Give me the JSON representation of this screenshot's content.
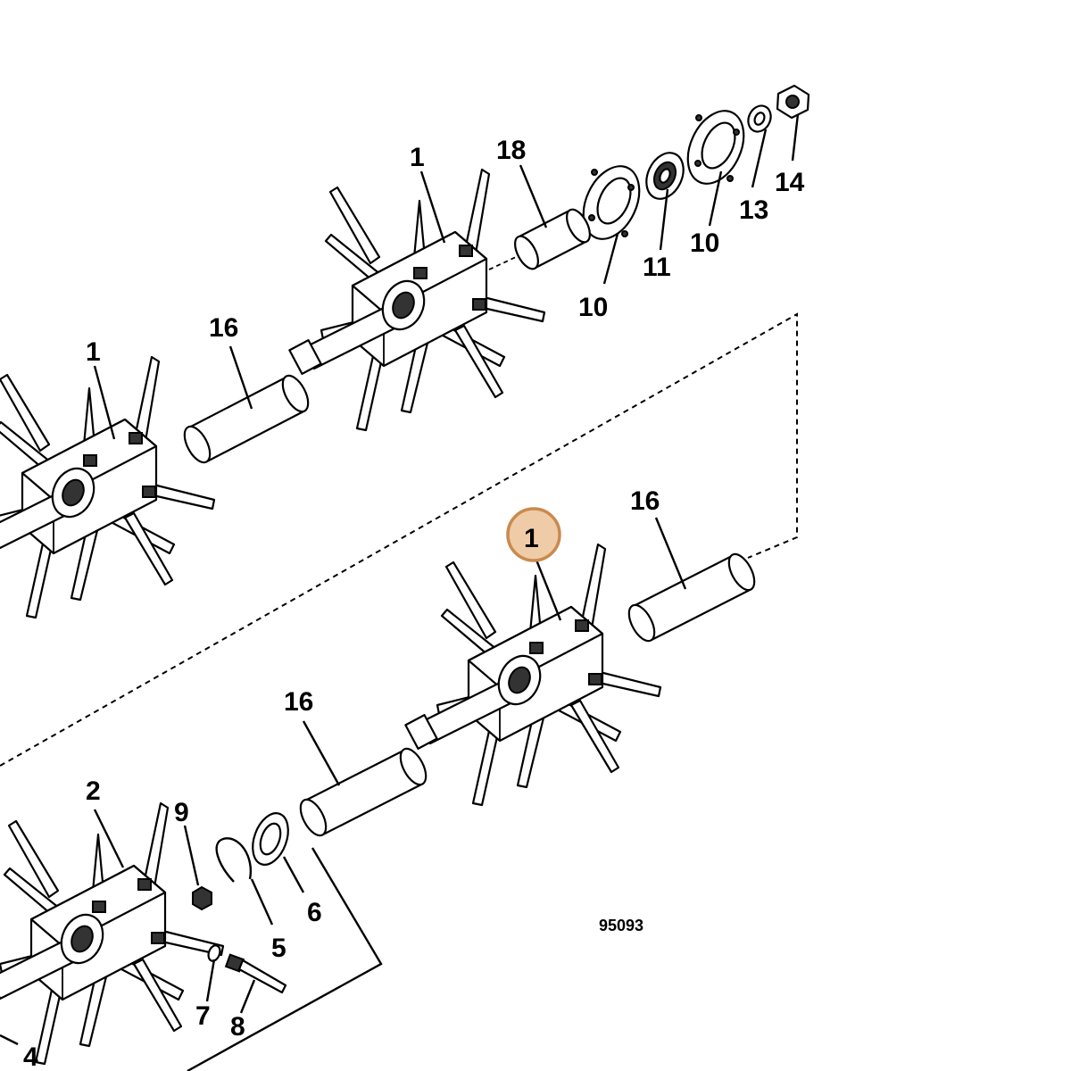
{
  "figure_number": "95093",
  "highlight_color": "#c98a4e",
  "highlight_fill": "#f0cba8",
  "callouts": {
    "upper_hub": "1",
    "shaft_top": "18",
    "flange_a": "10",
    "bearing": "11",
    "flange_b": "10",
    "washer_small": "13",
    "nut_top": "14",
    "left_hub": "1",
    "spacer_left": "16",
    "spacer_right": "16",
    "selected_hub": "1",
    "spacer_lower": "16",
    "end_hub": "2",
    "nut_9": "9",
    "snap_ring": "5",
    "washer_6": "6",
    "lockwasher_7": "7",
    "bolt_8": "8",
    "item_4": "4"
  }
}
